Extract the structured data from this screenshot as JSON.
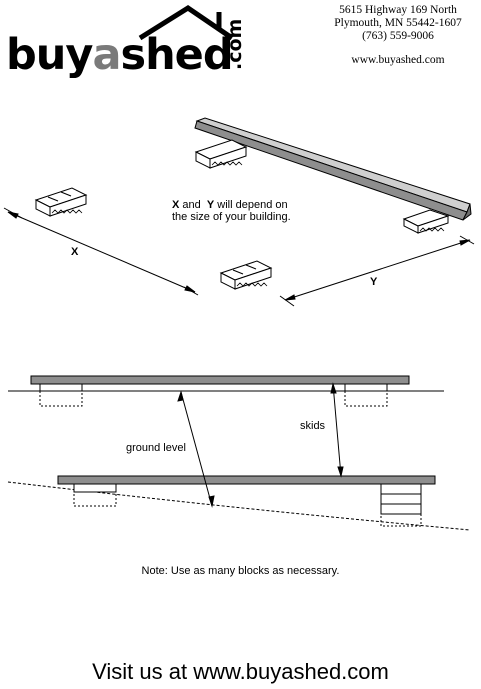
{
  "logo": {
    "word_dark_1": "buy",
    "word_grey": "a",
    "word_dark_2": "shed",
    "suffix": ".com"
  },
  "address": {
    "line1": "5615 Highway 169 North",
    "line2": "Plymouth, MN  55442-1607",
    "phone": "(763) 559-9006",
    "website": "www.buyashed.com"
  },
  "diagram_top": {
    "note_x": "X",
    "note_and": "and",
    "note_y": "Y",
    "note_rest": "will depend on",
    "note_line2": "the size of your building.",
    "label_x": "X",
    "label_y": "Y"
  },
  "diagram_side": {
    "label_skids": "skids",
    "label_ground": "ground level"
  },
  "note": "Note: Use as many blocks as necessary.",
  "footer": "Visit us at www.buyashed.com"
}
